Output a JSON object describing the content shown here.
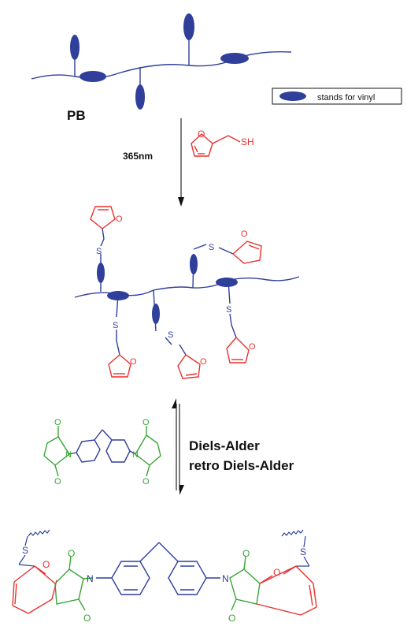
{
  "polymer_label": "PB",
  "legend_text": "stands for vinyl",
  "step1_condition": "365nm",
  "thiol_label": "SH",
  "step2_line1": "Diels-Alder",
  "step2_line2": "retro Diels-Alder",
  "atoms": {
    "oxygen": "O",
    "sulfur": "S",
    "nitrogen": "N"
  },
  "colors": {
    "polymer": "#2f3f9a",
    "furan": "#e8312f",
    "maleimide": "#3aa535",
    "text": "#111111"
  }
}
